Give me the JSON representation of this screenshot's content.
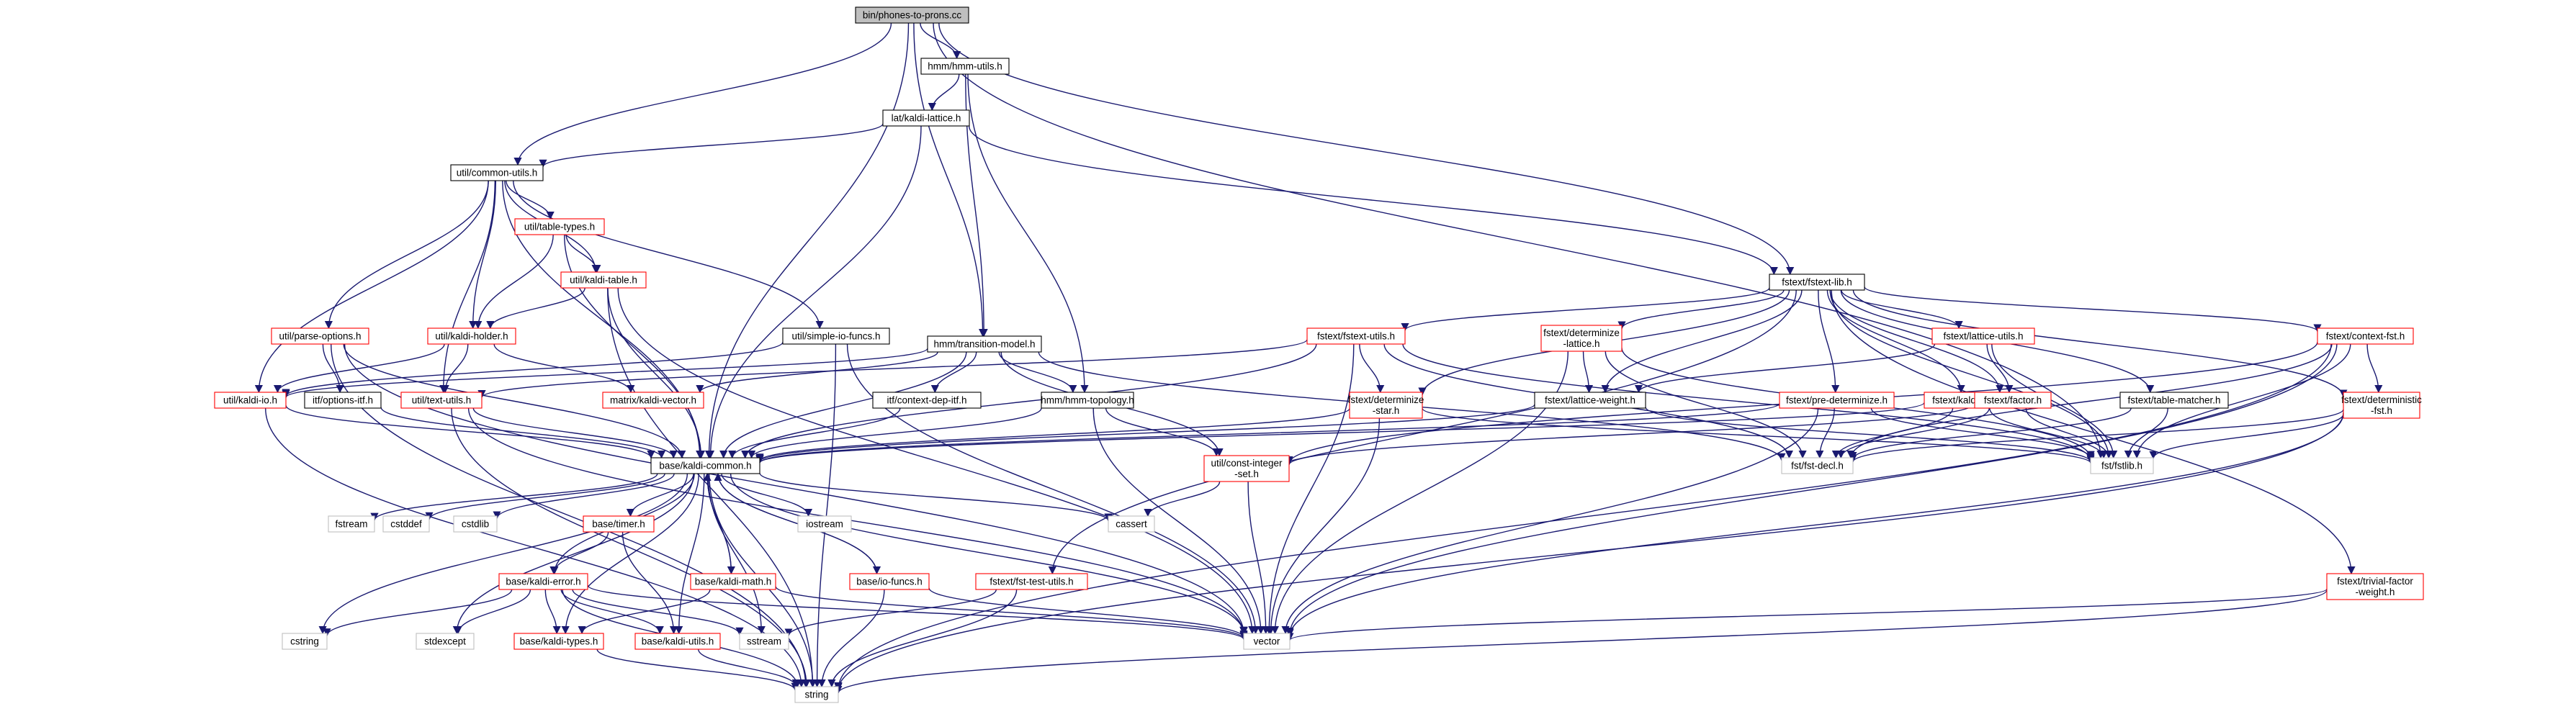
{
  "nodes": [
    {
      "id": "root",
      "label": "bin/phones-to-prons.cc",
      "kind": "root"
    },
    {
      "id": "hmm_utils",
      "label": "hmm/hmm-utils.h",
      "kind": "black"
    },
    {
      "id": "lat_kaldi_lattice",
      "label": "lat/kaldi-lattice.h",
      "kind": "black"
    },
    {
      "id": "util_common",
      "label": "util/common-utils.h",
      "kind": "black"
    },
    {
      "id": "util_table_types",
      "label": "util/table-types.h",
      "kind": "red"
    },
    {
      "id": "util_kaldi_table",
      "label": "util/kaldi-table.h",
      "kind": "red"
    },
    {
      "id": "util_kaldi_holder",
      "label": "util/kaldi-holder.h",
      "kind": "red"
    },
    {
      "id": "util_parse_options",
      "label": "util/parse-options.h",
      "kind": "red"
    },
    {
      "id": "util_kaldi_io",
      "label": "util/kaldi-io.h",
      "kind": "red"
    },
    {
      "id": "itf_options",
      "label": "itf/options-itf.h",
      "kind": "black"
    },
    {
      "id": "util_text_utils",
      "label": "util/text-utils.h",
      "kind": "red"
    },
    {
      "id": "util_simple_io",
      "label": "util/simple-io-funcs.h",
      "kind": "black"
    },
    {
      "id": "hmm_transition",
      "label": "hmm/transition-model.h",
      "kind": "black"
    },
    {
      "id": "matrix_kaldi_vector",
      "label": "matrix/kaldi-vector.h",
      "kind": "red"
    },
    {
      "id": "itf_context_dep",
      "label": "itf/context-dep-itf.h",
      "kind": "black"
    },
    {
      "id": "hmm_topology",
      "label": "hmm/hmm-topology.h",
      "kind": "black"
    },
    {
      "id": "util_const_integer",
      "label": "util/const-integer\n-set.h",
      "kind": "red"
    },
    {
      "id": "fstext_lib",
      "label": "fstext/fstext-lib.h",
      "kind": "black"
    },
    {
      "id": "fstext_utils",
      "label": "fstext/fstext-utils.h",
      "kind": "red"
    },
    {
      "id": "fstext_determinize_lattice",
      "label": "fstext/determinize\n-lattice.h",
      "kind": "red"
    },
    {
      "id": "fstext_lattice_utils",
      "label": "fstext/lattice-utils.h",
      "kind": "red"
    },
    {
      "id": "fstext_context_fst",
      "label": "fstext/context-fst.h",
      "kind": "red"
    },
    {
      "id": "fstext_determinize_star",
      "label": "fstext/determinize\n-star.h",
      "kind": "red"
    },
    {
      "id": "fstext_lattice_weight",
      "label": "fstext/lattice-weight.h",
      "kind": "black"
    },
    {
      "id": "fstext_pre_determinize",
      "label": "fstext/pre-determinize.h",
      "kind": "red"
    },
    {
      "id": "fstext_kaldi_fst_io",
      "label": "fstext/kaldi-fst-io.h",
      "kind": "red"
    },
    {
      "id": "fstext_factor",
      "label": "fstext/factor.h",
      "kind": "red"
    },
    {
      "id": "fstext_table_matcher",
      "label": "fstext/table-matcher.h",
      "kind": "black"
    },
    {
      "id": "fstext_deterministic",
      "label": "fstext/deterministic\n-fst.h",
      "kind": "red"
    },
    {
      "id": "fst_fst_decl",
      "label": "fst/fst-decl.h",
      "kind": "gray"
    },
    {
      "id": "fst_fstlib",
      "label": "fst/fstlib.h",
      "kind": "gray"
    },
    {
      "id": "base_kaldi_common",
      "label": "base/kaldi-common.h",
      "kind": "black"
    },
    {
      "id": "fstext_fst_test_utils",
      "label": "fstext/fst-test-utils.h",
      "kind": "red"
    },
    {
      "id": "fstext_trivial_factor",
      "label": "fstext/trivial-factor\n-weight.h",
      "kind": "red"
    },
    {
      "id": "fstream",
      "label": "fstream",
      "kind": "gray"
    },
    {
      "id": "cstddef",
      "label": "cstddef",
      "kind": "gray"
    },
    {
      "id": "cstdlib",
      "label": "cstdlib",
      "kind": "gray"
    },
    {
      "id": "base_timer",
      "label": "base/timer.h",
      "kind": "red"
    },
    {
      "id": "base_kaldi_error",
      "label": "base/kaldi-error.h",
      "kind": "red"
    },
    {
      "id": "base_kaldi_math",
      "label": "base/kaldi-math.h",
      "kind": "red"
    },
    {
      "id": "iostream",
      "label": "iostream",
      "kind": "gray"
    },
    {
      "id": "base_io_funcs",
      "label": "base/io-funcs.h",
      "kind": "red"
    },
    {
      "id": "cassert",
      "label": "cassert",
      "kind": "gray"
    },
    {
      "id": "vector",
      "label": "vector",
      "kind": "gray"
    },
    {
      "id": "sstream",
      "label": "sstream",
      "kind": "gray"
    },
    {
      "id": "base_kaldi_utils",
      "label": "base/kaldi-utils.h",
      "kind": "red"
    },
    {
      "id": "base_kaldi_types",
      "label": "base/kaldi-types.h",
      "kind": "red"
    },
    {
      "id": "stdexcept",
      "label": "stdexcept",
      "kind": "gray"
    },
    {
      "id": "cstring",
      "label": "cstring",
      "kind": "gray"
    },
    {
      "id": "string",
      "label": "string",
      "kind": "gray"
    }
  ]
}
